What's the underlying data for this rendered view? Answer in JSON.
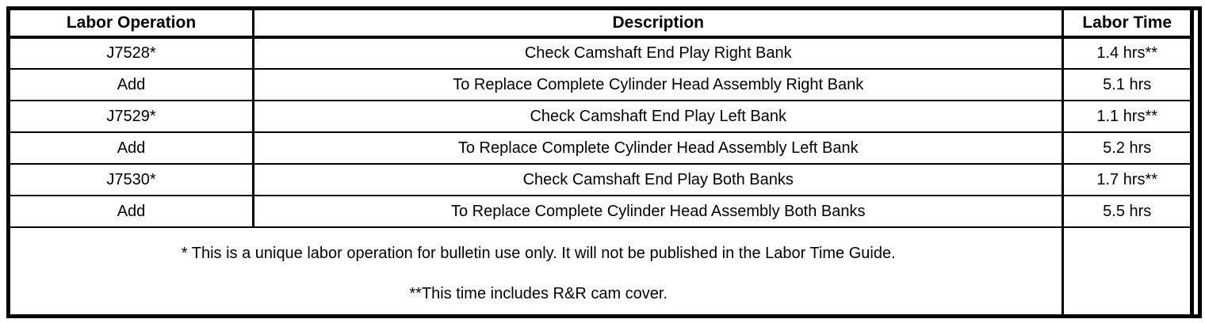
{
  "colors": {
    "border": "#000000",
    "background": "#ffffff",
    "text": "#000000"
  },
  "table": {
    "columns": {
      "labor_operation": "Labor Operation",
      "description": "Description",
      "labor_time": "Labor Time"
    },
    "rows": [
      {
        "op": "J7528*",
        "desc": "Check Camshaft End Play Right Bank",
        "time": "1.4 hrs**"
      },
      {
        "op": "Add",
        "desc": "To Replace Complete Cylinder Head Assembly Right Bank",
        "time": "5.1 hrs"
      },
      {
        "op": "J7529*",
        "desc": "Check Camshaft End Play Left Bank",
        "time": "1.1 hrs**"
      },
      {
        "op": "Add",
        "desc": "To Replace Complete Cylinder Head Assembly Left Bank",
        "time": "5.2 hrs"
      },
      {
        "op": "J7530*",
        "desc": "Check Camshaft End Play Both Banks",
        "time": "1.7 hrs**"
      },
      {
        "op": "Add",
        "desc": "To Replace Complete Cylinder Head Assembly Both Banks",
        "time": "5.5 hrs"
      }
    ],
    "footnotes": {
      "unique_operation": "* This is a unique labor operation for bulletin use only. It will not be published in the Labor Time Guide.",
      "includes_cam_cover": "**This time includes R&R cam cover."
    }
  }
}
